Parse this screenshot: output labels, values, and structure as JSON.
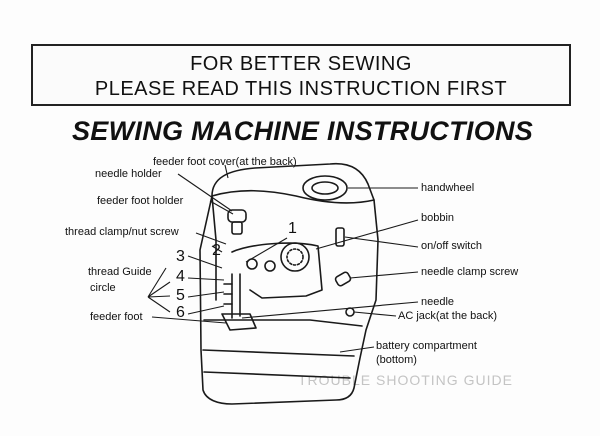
{
  "banner": {
    "line1": "FOR BETTER SEWING",
    "line2": "PLEASE READ THIS INSTRUCTION FIRST"
  },
  "title": "SEWING MACHINE INSTRUCTIONS",
  "labels": {
    "feeder_foot_cover": "feeder foot cover(at the back)",
    "needle_holder": "needle holder",
    "feeder_foot_holder": "feeder foot holder",
    "thread_clamp": "thread clamp/nut screw",
    "thread_guide_circle_1": "thread Guide",
    "thread_guide_circle_2": "circle",
    "feeder_foot": "feeder foot",
    "handwheel": "handwheel",
    "bobbin": "bobbin",
    "on_off_switch": "on/off switch",
    "needle_clamp_screw": "needle clamp screw",
    "needle": "needle",
    "ac_jack": "AC jack(at the back)",
    "battery_1": "battery compartment",
    "battery_2": "(bottom)"
  },
  "numbers": [
    "1",
    "2",
    "3",
    "4",
    "5",
    "6"
  ]
}
